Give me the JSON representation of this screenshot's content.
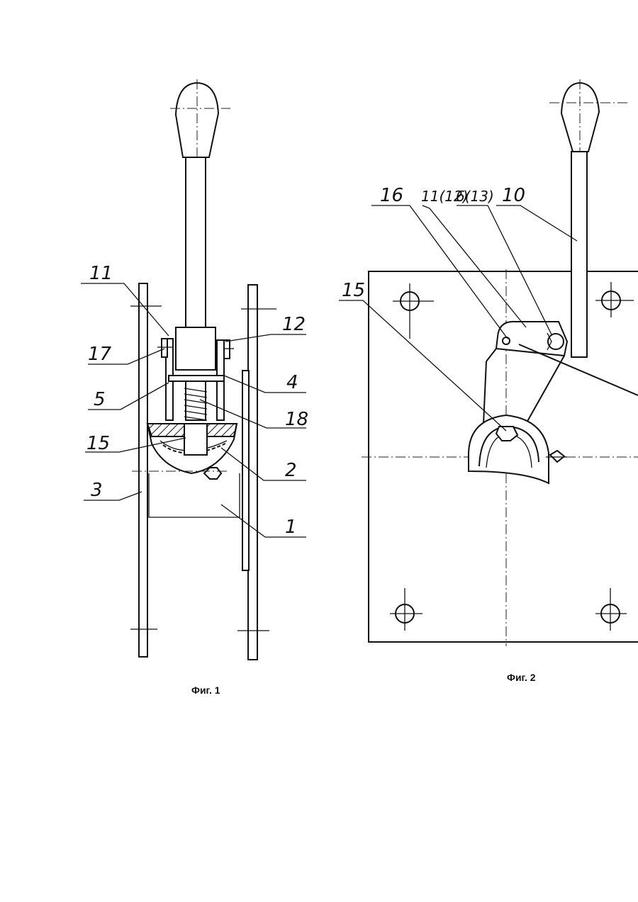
{
  "figures": [
    {
      "id": "fig1",
      "caption": "Фиг. 1",
      "labels": [
        "11",
        "12",
        "17",
        "4",
        "5",
        "18",
        "15",
        "2",
        "3",
        "1"
      ]
    },
    {
      "id": "fig2",
      "caption": "Фиг. 2",
      "labels": [
        "16",
        "11(12)",
        "6(13)",
        "10",
        "15"
      ]
    }
  ]
}
